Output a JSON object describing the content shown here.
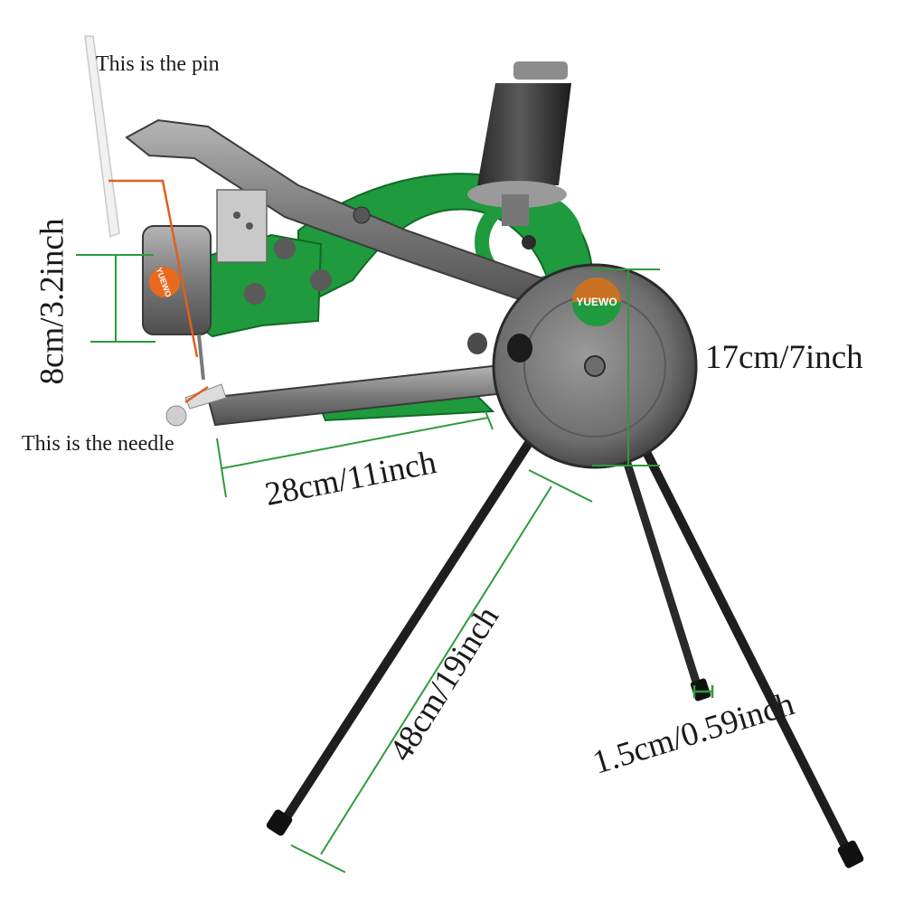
{
  "annotations": {
    "pin_label": "This is the pin",
    "needle_label": "This is the needle",
    "height_gap": "8cm/3.2inch",
    "wheel_diameter": "17cm/7inch",
    "arm_length": "28cm/11inch",
    "leg_length": "48cm/19inch",
    "foot_diameter": "1.5cm/0.59inch"
  },
  "branding": {
    "logo_text": "YUEWO"
  },
  "colors": {
    "machine_body": "#1f9a3c",
    "dimension_line": "#2e9b3a",
    "callout_line": "#e0601c",
    "metal": "#7d7d7d",
    "legs": "#1c1c1c"
  }
}
